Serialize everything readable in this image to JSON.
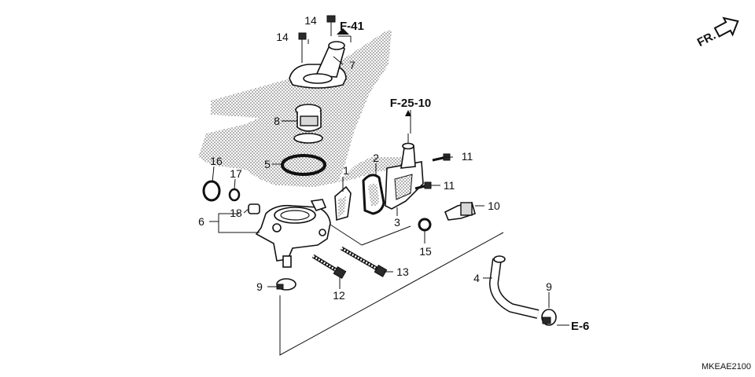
{
  "parts": [
    {
      "num": "1"
    },
    {
      "num": "2"
    },
    {
      "num": "3"
    },
    {
      "num": "4"
    },
    {
      "num": "5"
    },
    {
      "num": "6"
    },
    {
      "num": "7"
    },
    {
      "num": "8"
    },
    {
      "num": "9"
    },
    {
      "num": "9"
    },
    {
      "num": "10"
    },
    {
      "num": "11"
    },
    {
      "num": "11"
    },
    {
      "num": "12"
    },
    {
      "num": "13"
    },
    {
      "num": "14"
    },
    {
      "num": "14"
    },
    {
      "num": "15"
    },
    {
      "num": "16"
    },
    {
      "num": "17"
    },
    {
      "num": "18"
    }
  ],
  "references": {
    "f41": "F-41",
    "f2510": "F-25-10",
    "e6": "E-6",
    "fr": "FR."
  },
  "diagram_code": "MKEAE2100",
  "colors": {
    "ink": "#111111",
    "shade": "#d8d8d8",
    "background": "#ffffff"
  },
  "icons": {
    "front_arrow": "arrow-up-right-icon"
  }
}
